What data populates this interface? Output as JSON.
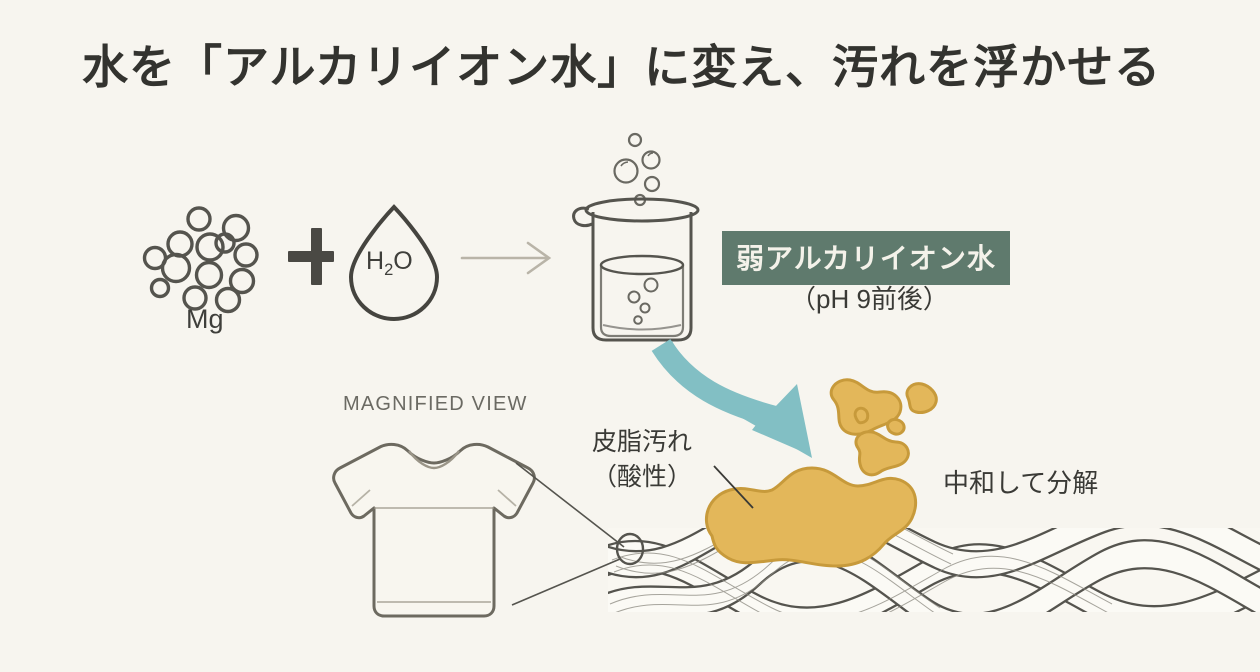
{
  "page": {
    "title": "水を「アルカリイオン水」に変え、汚れを浮かせる",
    "background_color": "#f7f5ef",
    "ink_color": "#55544e"
  },
  "reaction": {
    "reactant_metal": {
      "icon": "magnesium-granules-icon",
      "label": "Mg"
    },
    "operator": "+",
    "reactant_water": {
      "icon": "water-droplet-icon",
      "label": "H2O",
      "label_main": "H",
      "label_sub": "2",
      "label_tail": "O"
    },
    "arrow": "right-arrow-icon",
    "product_vessel": {
      "icon": "beaker-icon",
      "bubbles": "bubbles-icon"
    },
    "product_badge": {
      "label": "弱アルカリイオン水",
      "color": "#5f7a6d",
      "text_color": "#f4f2ea"
    },
    "product_note": "（pH 9前後）"
  },
  "magnified": {
    "caption": "MAGNIFIED VIEW",
    "garment_icon": "tshirt-icon",
    "callout_marker": "magnify-circle-icon",
    "fiber_icon": "woven-fiber-strands-icon"
  },
  "grime": {
    "label_line1": "皮脂汚れ",
    "label_line2": "（酸性）",
    "blob_color": "#e3b75a",
    "blob_stroke": "#c79a3b",
    "flow_arrow": "curved-teal-arrow-icon",
    "flow_arrow_color": "#82bfc4",
    "result_label": "中和して分解"
  }
}
